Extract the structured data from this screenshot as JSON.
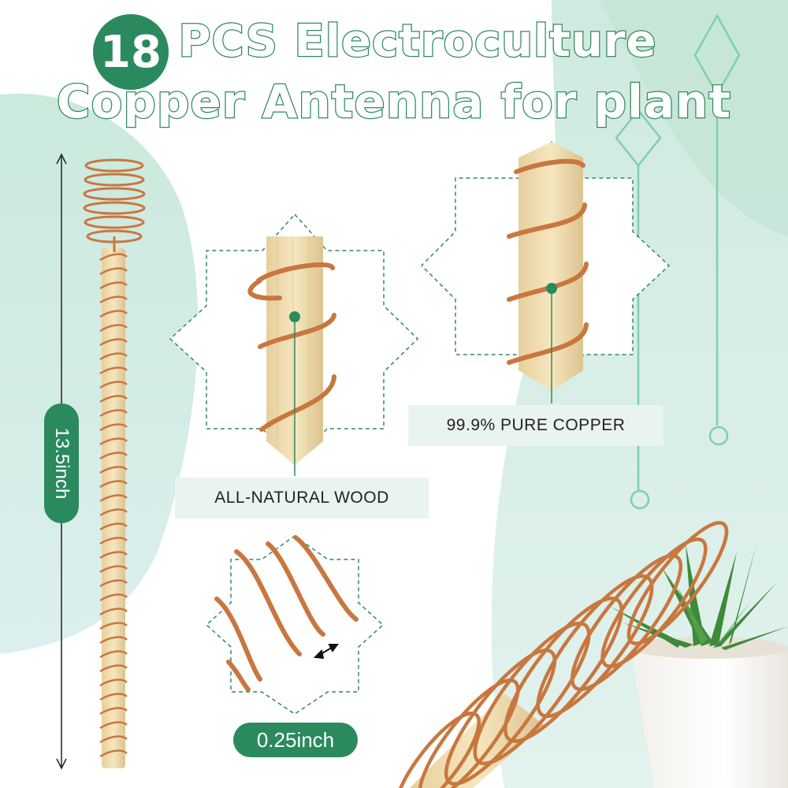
{
  "title": {
    "quantity": "18",
    "line1": "PCS Electroculture",
    "line2": "Copper Antenna for plant"
  },
  "callouts": {
    "wood_label": "ALL-NATURAL WOOD",
    "copper_label": "99.9% PURE COPPER"
  },
  "dimensions": {
    "length": "13.5inch",
    "wire_gap": "0.25inch"
  },
  "colors": {
    "brand_green": "#2a8a5e",
    "mint_background": "#d9efe6",
    "copper": "#c8773f",
    "wood": "#efd9a8",
    "label_background": "#e9f4ee"
  },
  "icons": [
    "double-arrow-icon",
    "decorative-diamond-icon",
    "ring-marker-icon",
    "dot-marker-icon"
  ]
}
